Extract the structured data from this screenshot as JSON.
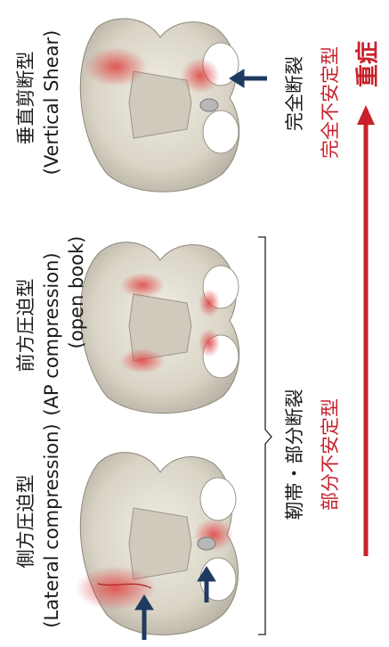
{
  "types": [
    {
      "name": "側方圧迫型",
      "en": "(Lateral compression)"
    },
    {
      "name": "前方圧迫型",
      "en": "(AP compression)",
      "en2": "(open book)"
    },
    {
      "name": "垂直剪断型",
      "en": "(Vertical Shear)"
    }
  ],
  "injury": {
    "partial": "靭帯・部分断裂",
    "complete": "完全断裂"
  },
  "stability": {
    "partial": "部分不安定型",
    "complete": "完全不安定型",
    "severity": "重症"
  },
  "colors": {
    "arrow_red": "#c8202a",
    "arrow_navy": "#1e3a60",
    "bone": "#e6e2d6"
  }
}
